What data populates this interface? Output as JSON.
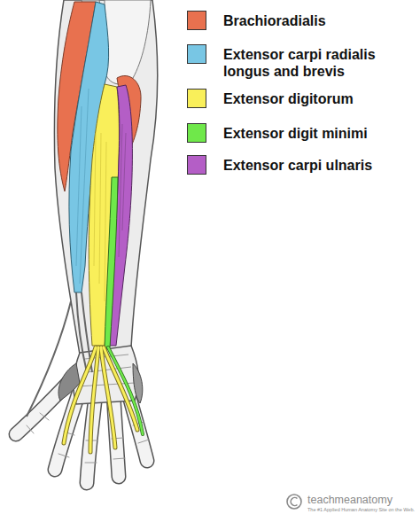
{
  "diagram": {
    "labels": [
      "teachmeanatomy",
      "The #1 Applied Human Anatomy Site on the Web."
    ],
    "legend": [
      {
        "text": "Brachioradialis",
        "color": "#e8714f"
      },
      {
        "text": "Extensor carpi radialis longus and brevis",
        "color": "#78c6e4"
      },
      {
        "text": "Extensor digitorum",
        "color": "#f9ef5a"
      },
      {
        "text": "Extensor digit minimi",
        "color": "#6fe84a"
      },
      {
        "text": "Extensor carpi ulnaris",
        "color": "#b45ec6"
      }
    ]
  }
}
